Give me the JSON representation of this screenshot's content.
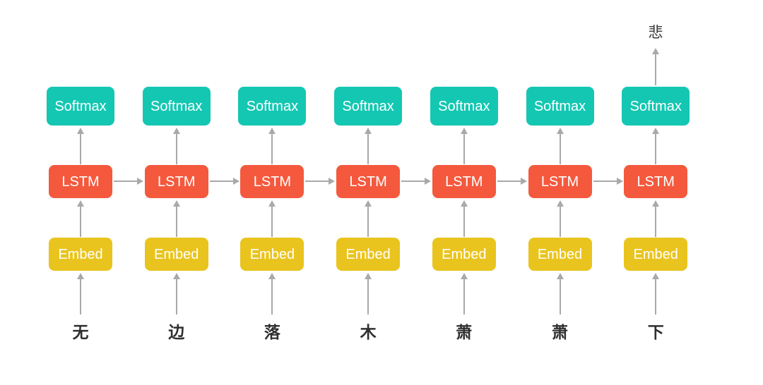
{
  "diagram": {
    "type": "lstm-sequence-network",
    "output_label": "悲",
    "box_labels": {
      "softmax": "Softmax",
      "lstm": "LSTM",
      "embed": "Embed"
    },
    "columns": [
      {
        "input": "无"
      },
      {
        "input": "边"
      },
      {
        "input": "落"
      },
      {
        "input": "木"
      },
      {
        "input": "萧"
      },
      {
        "input": "萧"
      },
      {
        "input": "下"
      }
    ],
    "input_sequence": "无边落木萧萧下",
    "colors": {
      "softmax": "#14c7b2",
      "lstm": "#f4593d",
      "embed": "#eac41e",
      "arrow": "#a9a9a9",
      "label_text": "#ffffff",
      "char_text": "#2f2f2f"
    }
  }
}
